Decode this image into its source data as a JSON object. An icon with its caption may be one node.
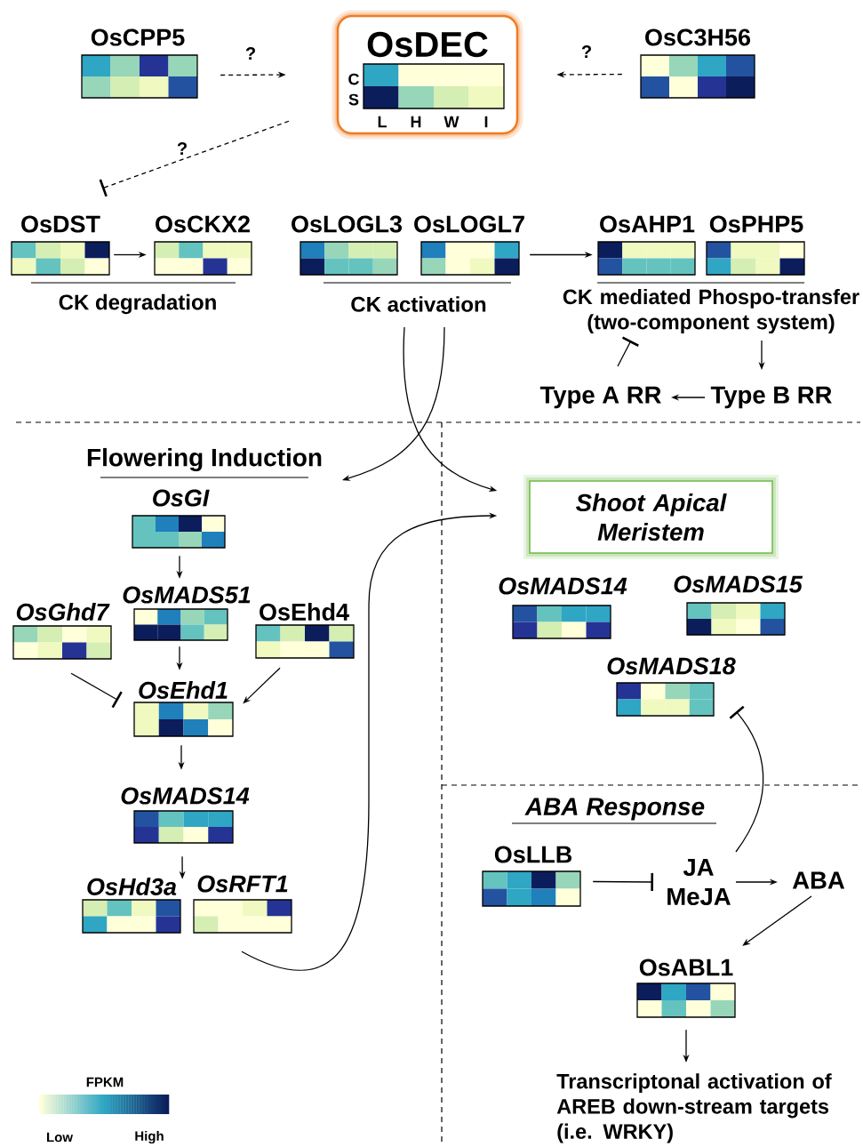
{
  "diagram": {
    "nodes": [
      {
        "text": [
          "OsCPP5"
        ]
      },
      {
        "text": [
          "OsDEC",
          "C",
          "S",
          "L",
          "H",
          "W",
          "I"
        ]
      },
      {
        "text": [
          "OsC3H56"
        ]
      },
      {
        "text": [
          "OsDST"
        ]
      },
      {
        "text": [
          "OsCKX2"
        ]
      },
      {
        "text": [
          "OsLOGL3"
        ]
      },
      {
        "text": [
          "OsLOGL7"
        ]
      },
      {
        "text": [
          "OsAHP1"
        ]
      },
      {
        "text": [
          "OsPHP5"
        ]
      },
      {
        "text": [
          "CK activation"
        ]
      },
      {
        "text": [
          "CK mediated Phospo-transfer (two-component system)"
        ]
      },
      {
        "text": [
          "Type A RR"
        ]
      },
      {
        "text": [
          "Type B RR"
        ]
      },
      {
        "text": [
          "Flowering Induction"
        ]
      },
      {
        "text": [
          "OsGI"
        ]
      },
      {
        "text": [
          "OsGhd7"
        ]
      },
      {
        "text": [
          "OsMADS51"
        ]
      },
      {
        "text": [
          "OsEhd4"
        ]
      },
      {
        "text": [
          "OsEhd1"
        ]
      },
      {
        "text": [
          "OsMADS14"
        ]
      },
      {
        "text": [
          "OsHd3a"
        ]
      },
      {
        "text": [
          "OsRFT1"
        ]
      },
      {
        "text": [
          "Shoot Apical Meristem"
        ]
      },
      {
        "text": [
          "OsMADS14"
        ]
      },
      {
        "text": [
          "OsMADS15"
        ]
      },
      {
        "text": [
          "OsMADS18"
        ]
      },
      {
        "text": [
          "OsLLB"
        ]
      },
      {
        "text": [
          "JA",
          "MeJA"
        ]
      },
      {
        "text": [
          "ABA"
        ]
      },
      {
        "text": [
          "OsABL1"
        ]
      },
      {
        "text": [
          "Transcriptonal activation of AREB down-stream targets (i.e. WRKY)"
        ]
      }
    ],
    "edges": [
      {
        "from": 0,
        "to": 1,
        "arrow": "to",
        "style": "dashed",
        "label": "?"
      },
      {
        "from": 2,
        "to": 1,
        "arrow": "to",
        "style": "dashed",
        "label": "?"
      },
      {
        "from": 1,
        "to": 3,
        "arrow": "other",
        "style": "dashed",
        "label": "?"
      },
      {
        "from": 3,
        "to": 4,
        "arrow": "to"
      },
      {
        "from": 6,
        "to": 7,
        "arrow": "to"
      },
      {
        "from": 11,
        "to": 10,
        "arrow": "other"
      },
      {
        "from": 10,
        "to": 12,
        "arrow": "to"
      },
      {
        "from": 12,
        "to": 11,
        "arrow": "to"
      },
      {
        "from": 9,
        "to": 22,
        "arrow": "to"
      },
      {
        "from": 9,
        "to": 13,
        "arrow": "to"
      },
      {
        "from": 14,
        "to": 16,
        "arrow": "to"
      },
      {
        "from": 16,
        "to": 18,
        "arrow": "to"
      },
      {
        "from": 15,
        "to": 18,
        "arrow": "other"
      },
      {
        "from": 17,
        "to": 18,
        "arrow": "to"
      },
      {
        "from": 18,
        "to": 19,
        "arrow": "to"
      },
      {
        "from": 19,
        "to": 20,
        "arrow": "to"
      },
      {
        "from": 21,
        "to": 22,
        "arrow": "to"
      },
      {
        "from": 26,
        "to": 27,
        "arrow": "other"
      },
      {
        "from": 27,
        "to": 28,
        "arrow": "to"
      },
      {
        "from": 28,
        "to": 29,
        "arrow": "to"
      },
      {
        "from": 29,
        "to": 30,
        "arrow": "to"
      },
      {
        "from": 27,
        "to": 25,
        "arrow": "other"
      }
    ],
    "labels": [
      "CK degradation",
      "ABA Response",
      "FPKM",
      "Low",
      "High"
    ]
  }
}
